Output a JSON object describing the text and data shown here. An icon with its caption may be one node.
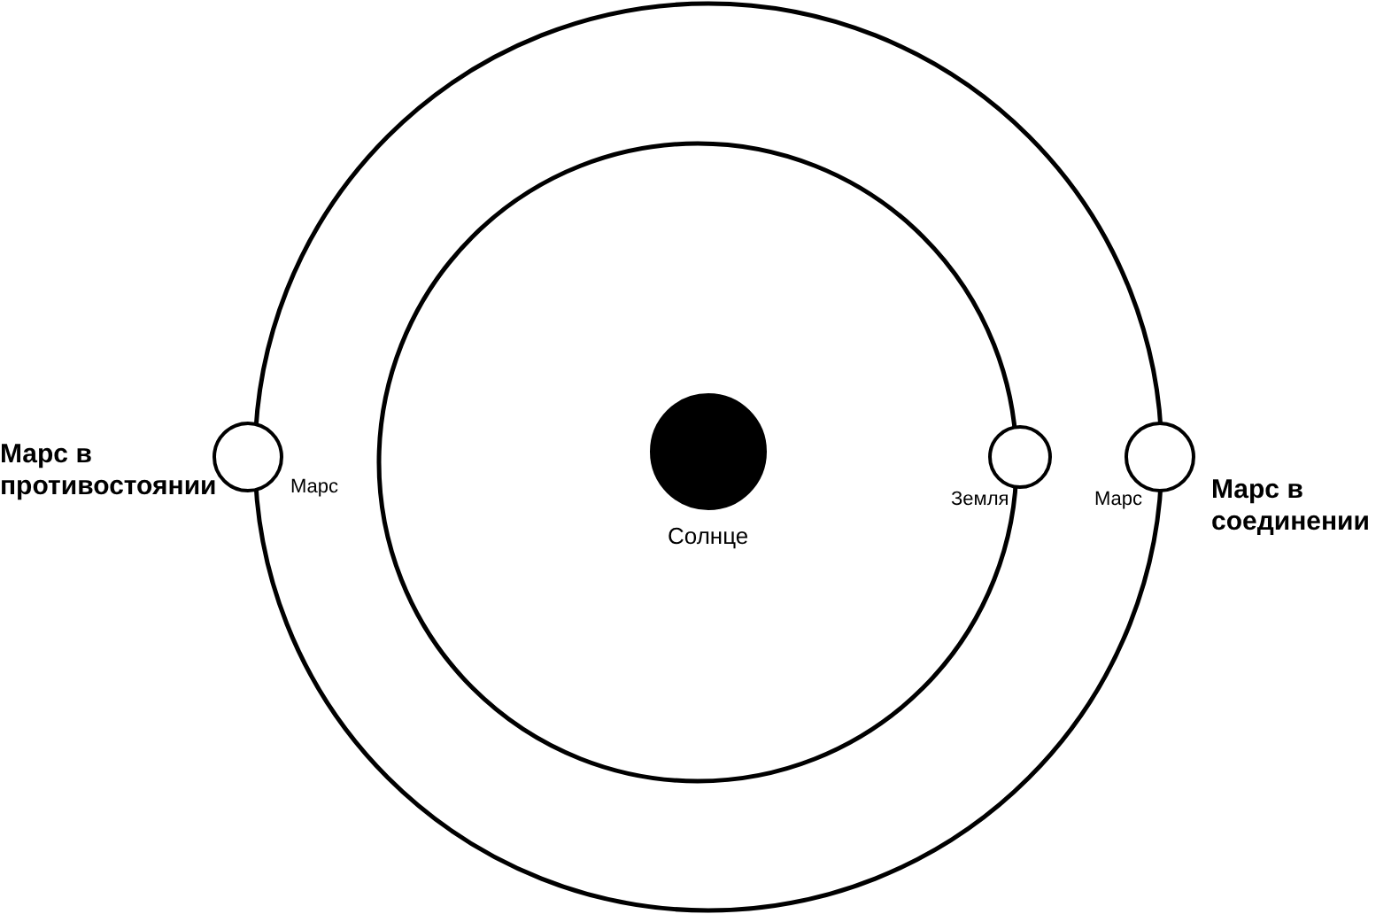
{
  "diagram": {
    "nodes": [
      {
        "text": [],
        "shape": "circle",
        "beside": [
          "Марс в противостоянии",
          "Марс"
        ]
      },
      {
        "text": [],
        "shape": "circle",
        "beside": [
          "Солнце"
        ]
      },
      {
        "text": [],
        "shape": "circle",
        "beside": [
          "Земля"
        ]
      },
      {
        "text": [],
        "shape": "circle",
        "beside": [
          "Марс",
          "Марс в соединении"
        ]
      }
    ]
  }
}
